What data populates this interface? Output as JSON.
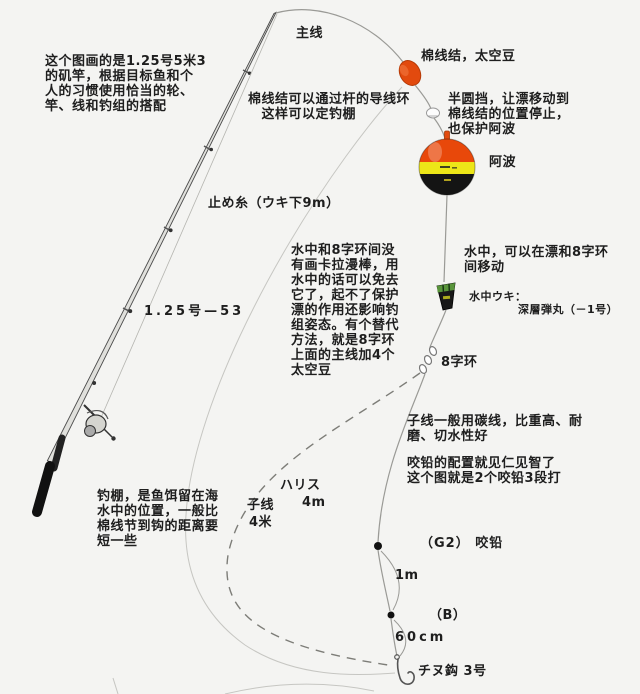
{
  "colors": {
    "background": "#f4f4f2",
    "text": "#1e1e1e",
    "line_gray": "#9a9a96",
    "bead_orange": "#e24a0e",
    "float_orange": "#e8480a",
    "float_yellow": "#ede618",
    "float_black": "#141414",
    "suichu_green": "#59953b"
  },
  "texts": {
    "intro": "这个图画的是1.25号5米3\n的矶竿，根据目标鱼和个\n人的习惯使用恰当的轮、\n竿、线和钓组的搭配",
    "main_line": "主线",
    "cotton_knot": "棉线结，太空豆",
    "guide_note": "棉线结可以通过杆的导线环\n　这样可以定钓棚",
    "half_stopper_note": "半圆挡，让漂移动到\n棉线结的位置停止，\n也保护阿波",
    "awa": "阿波",
    "stop_thread": "止め糸（ウキ下9m）",
    "center_note": "水中和8字环间没\n有画卡拉漫棒，用\n水中的话可以免去\n它了，起不了保护\n漂的作用还影响钓\n组姿态。有个替代\n方法，就是8字环\n上面的主线加4个\n太空豆",
    "suichu_note": "水中，可以在漂和8字环\n间移动",
    "suichu_uki": "水中ウキ：",
    "deep_bullet": "深層弾丸（－1号）",
    "rod_spec": "1.25号—53",
    "swivel": "8字环",
    "leader_note": "子线一般用碳线，比重高、耐\n磨、切水性好",
    "lead_note": "咬铅的配置就见仁见智了\n这个图就是2个咬铅3段打",
    "harisu": "ハリス",
    "harisu_len": "4m",
    "ziline": "子线",
    "ziline_len": "4米",
    "tana_note": "钓棚，是鱼饵留在海\n水中的位置，一般比\n棉线节到钩的距离要\n短一些",
    "g2_lead": "（G2） 咬铅",
    "len_1m": "1m",
    "b_lead": "（B）",
    "len_60cm": "60cm",
    "hook": "チヌ鈎 3号"
  }
}
